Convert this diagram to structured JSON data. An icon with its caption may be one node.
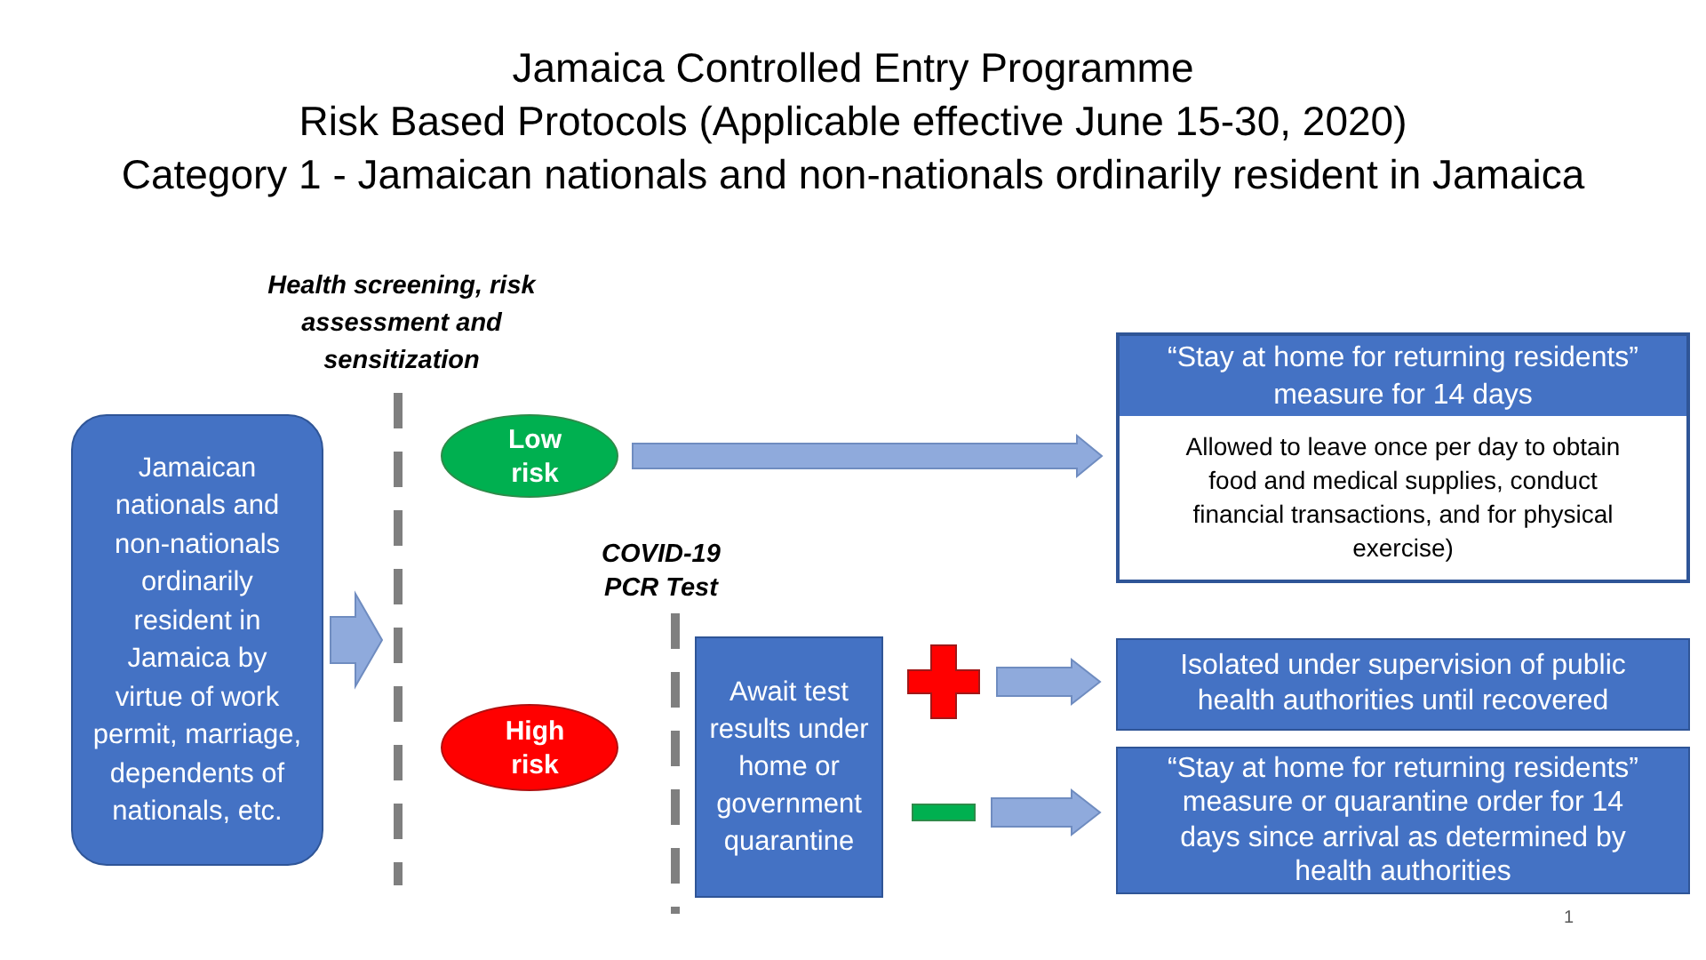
{
  "diagram": {
    "title": "Jamaica Controlled Entry Programme",
    "nodes": [
      {
        "text": [
          "Jamaican nationals and non-nationals ordinarily resident in Jamaica by virtue of work permit, marriage, dependents of nationals, etc."
        ]
      },
      {
        "text": [
          "Low risk"
        ]
      },
      {
        "text": [
          "High risk"
        ]
      },
      {
        "text": [
          "“Stay at home for returning residents” measure for 14 days",
          "Allowed to leave once per day to obtain food and medical supplies, conduct financial transactions, and for physical exercise)"
        ]
      },
      {
        "text": [
          "Await test results under home or government quarantine"
        ]
      },
      {
        "text": [],
        "shape": "cross"
      },
      {
        "text": [],
        "shape": "bar"
      },
      {
        "text": [
          "Isolated under supervision of public health authorities until recovered"
        ]
      },
      {
        "text": [
          "“Stay at home for returning residents” measure or quarantine order for 14 days since arrival as determined by health authorities"
        ]
      }
    ],
    "edges": [
      {
        "from": 0,
        "to": null,
        "arrow": "to"
      },
      {
        "from": 1,
        "to": 3,
        "arrow": "to"
      },
      {
        "from": 5,
        "to": 7,
        "arrow": "to"
      },
      {
        "from": 6,
        "to": 8,
        "arrow": "to"
      }
    ],
    "labels": [
      "Risk Based Protocols (Applicable effective June 15-30, 2020)",
      "Category 1 - Jamaican nationals and non-nationals ordinarily resident in Jamaica",
      "Health screening, risk assessment and sensitization",
      "COVID-19 PCR Test",
      "1"
    ]
  }
}
